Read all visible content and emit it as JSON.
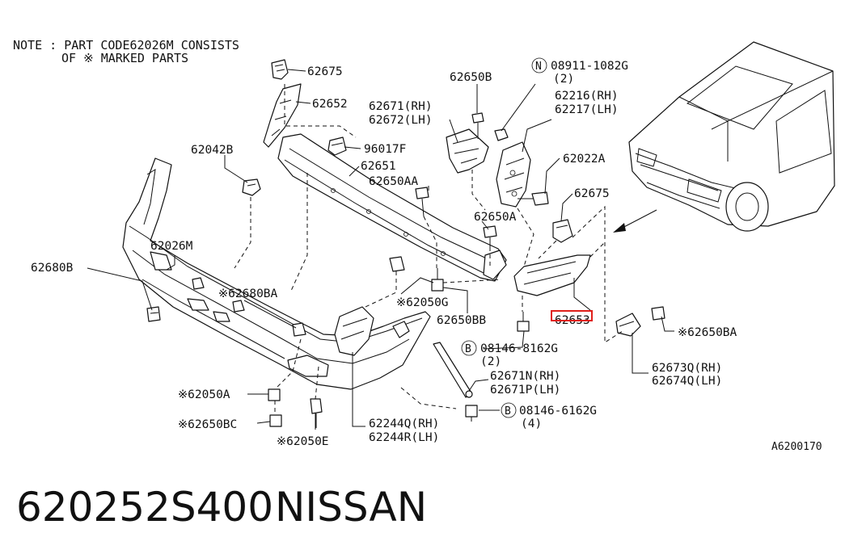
{
  "note": {
    "line1": "NOTE : PART CODE62026M CONSISTS",
    "line2": "OF ※ MARKED PARTS"
  },
  "labels": {
    "p62675_top": "62675",
    "p62652": "62652",
    "p62042B": "62042B",
    "p96017F": "96017F",
    "p62651": "62651",
    "p62650B": "62650B",
    "p62671_rh": "62671(RH)",
    "p62672_lh": "62672(LH)",
    "p62650AA": "62650AA",
    "p62650A": "62650A",
    "p08911": "08911-1082G",
    "p08911_qty": "(2)",
    "p62216_rh": "62216(RH)",
    "p62217_lh": "62217(LH)",
    "p62022A": "62022A",
    "p62675_right": "62675",
    "p62026M": "62026M",
    "p62680B": "62680B",
    "p62680BA": "※62680BA",
    "p62050G": "※62050G",
    "p62650BB": "62650BB",
    "p62653": "62653",
    "p62650BA": "※62650BA",
    "p08146_8162G": "08146-8162G",
    "p08146_8162G_qty": "(2)",
    "p62671N_rh": "62671N(RH)",
    "p62671P_lh": "62671P(LH)",
    "p62673Q_rh": "62673Q(RH)",
    "p62674Q_lh": "62674Q(LH)",
    "p62050A": "※62050A",
    "p62650BC": "※62650BC",
    "p62050E": "※62050E",
    "p62244Q_rh": "62244Q(RH)",
    "p62244R_lh": "62244R(LH)",
    "p08146_6162G": "08146-6162G",
    "p08146_6162G_qty": "(4)",
    "circle_n": "N",
    "circle_b1": "B",
    "circle_b2": "B",
    "ref": "A6200170"
  },
  "footer": {
    "part_number": "620252S400",
    "brand": "NISSAN"
  },
  "highlight_color": "#e0201b"
}
